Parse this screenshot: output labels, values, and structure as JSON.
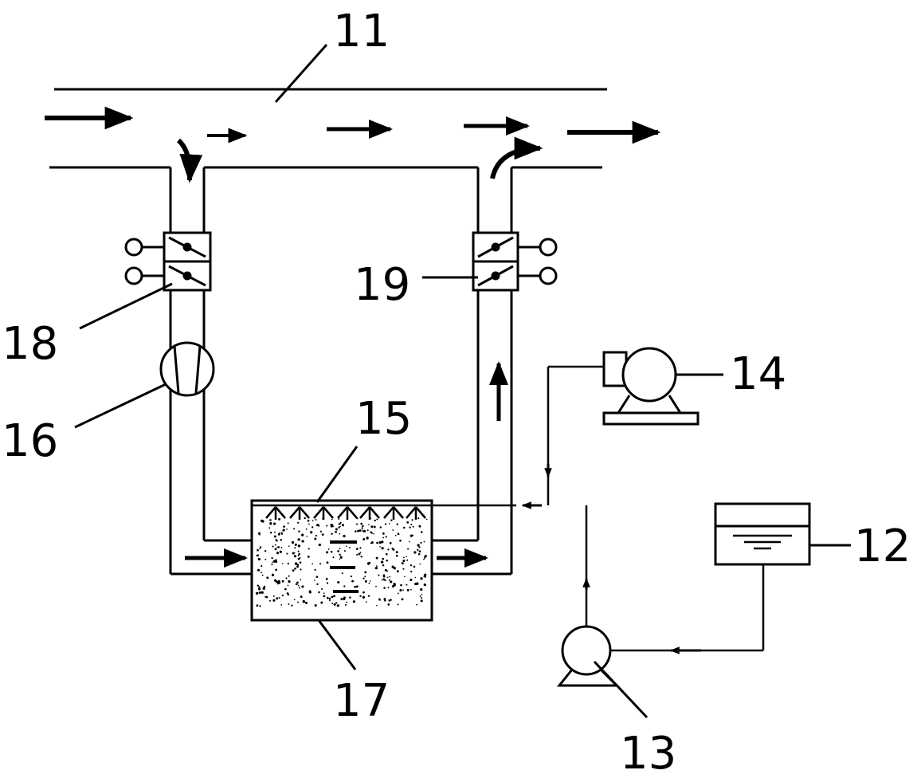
{
  "labels": {
    "duct": "11",
    "water_tank": "12",
    "water_pump": "13",
    "air_compressor": "14",
    "spray_nozzles": "15",
    "fan": "16",
    "treatment_chamber": "17",
    "inlet_valve": "18",
    "outlet_valve": "19"
  },
  "icons": {
    "flow_arrow": "arrow-right-icon",
    "damper": "damper-valve-icon",
    "pump": "pump-icon",
    "compressor": "compressor-icon",
    "fan": "fan-icon",
    "tank": "tank-icon",
    "nozzle": "nozzle-icon"
  },
  "colors": {
    "stroke": "#000000",
    "background": "#ffffff"
  }
}
